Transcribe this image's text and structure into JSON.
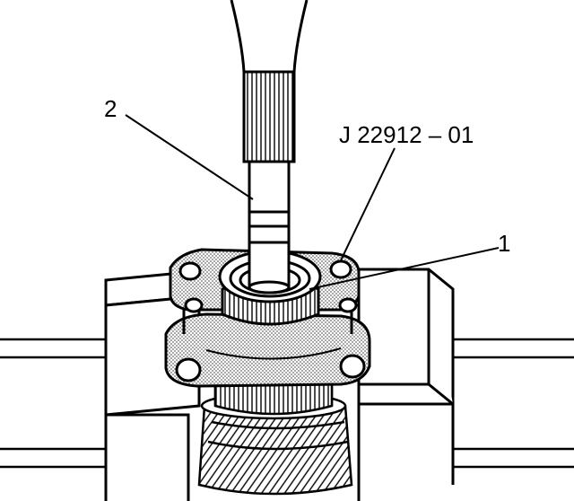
{
  "labels": {
    "callout_2": "2",
    "callout_tool": "J 22912 – 01",
    "callout_1": "1"
  },
  "colors": {
    "ink": "#000000",
    "paper": "#ffffff",
    "shade": "#bdbdbd"
  }
}
